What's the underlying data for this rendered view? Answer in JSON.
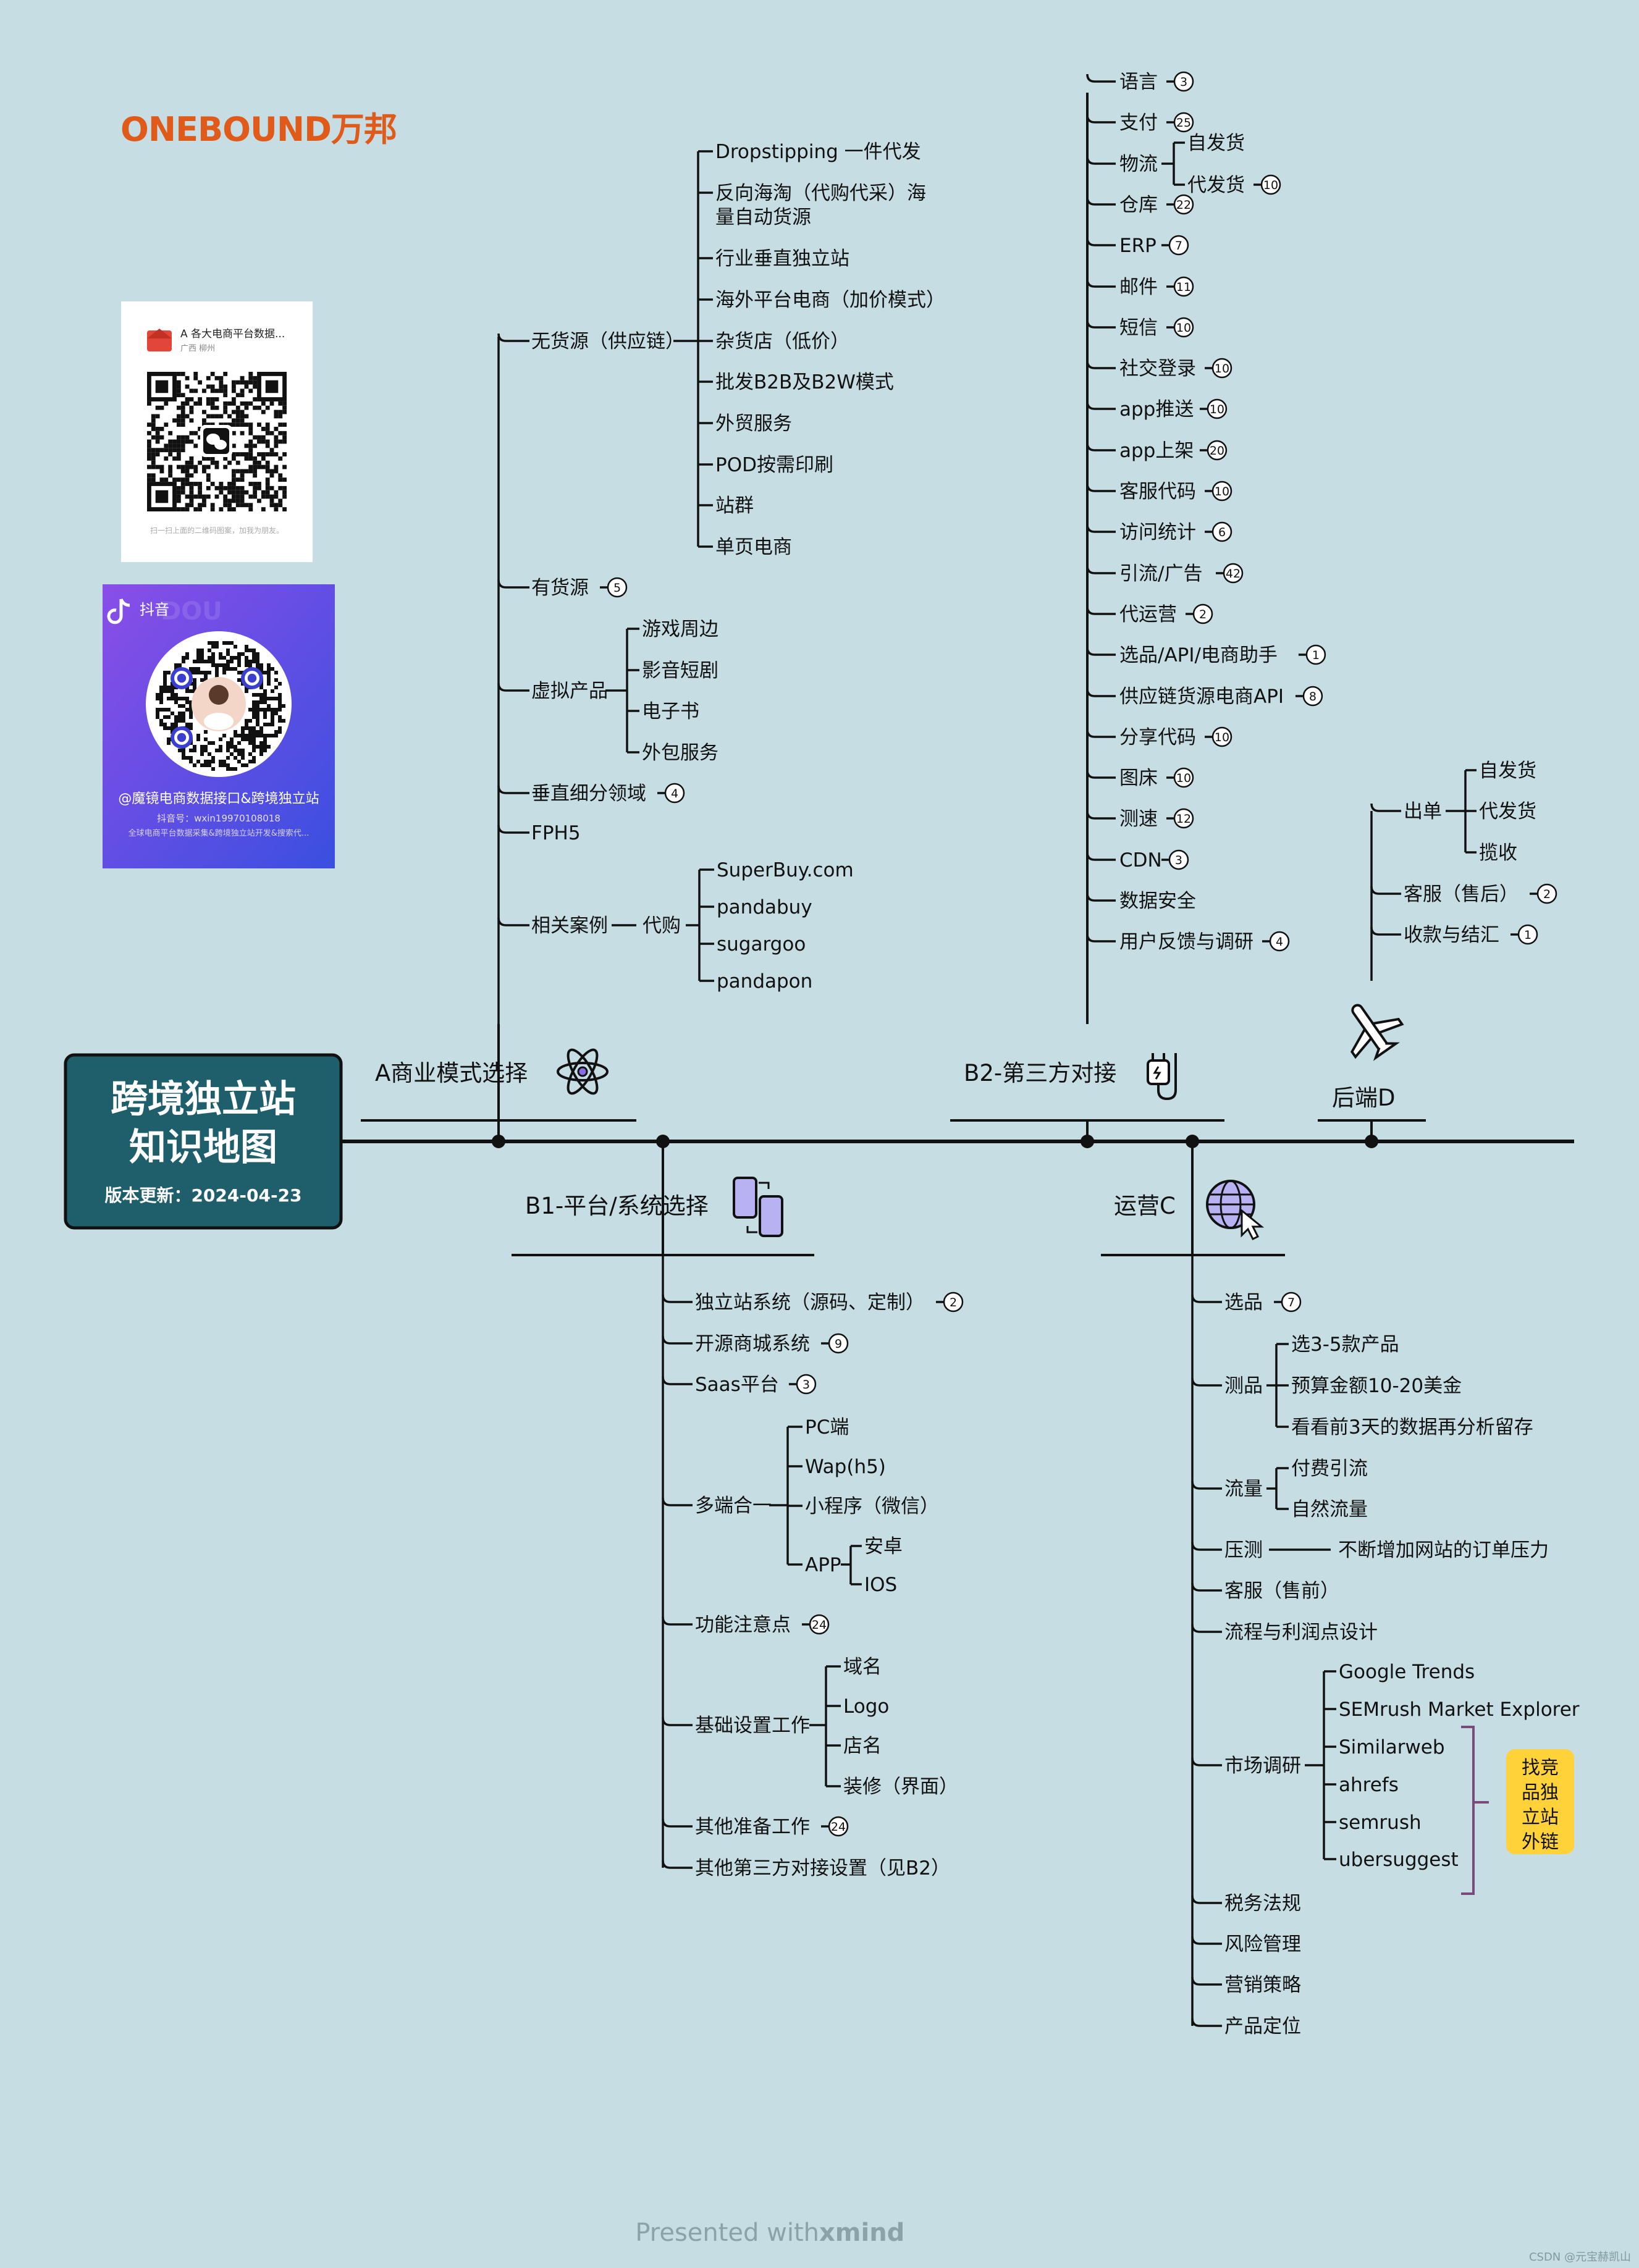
{
  "brand": {
    "logo_text": "ONEBOUND万邦"
  },
  "title": {
    "line1": "跨境独立站",
    "line2": "知识地图",
    "version": "版本更新：2024-04-23"
  },
  "colors": {
    "background": "#c6dde3",
    "title_box": "#1f5f6b",
    "brand_orange": "#e05a1a",
    "highlight": "#ffd23a",
    "bracket": "#7a4a78"
  },
  "qr_wechat": {
    "title": "A 各大电商平台数据...",
    "subtitle": "广西 柳州",
    "footer": "扫一扫上面的二维码图案，加我为朋友。"
  },
  "qr_douyin": {
    "app": "抖音",
    "name": "@魔镜电商数据接口&跨境独立站",
    "id": "抖音号：wxin19970108018",
    "desc": "全球电商平台数据采集&跨境独立站开发&搜索代..."
  },
  "branches": {
    "A": {
      "label": "A商业模式选择",
      "icon": "atom-icon",
      "children": [
        {
          "label": "无货源（供应链）",
          "children": [
            {
              "label": "Dropstipping 一件代发"
            },
            {
              "label": "反向海淘（代购代采）海",
              "label2": "量自动货源"
            },
            {
              "label": "行业垂直独立站"
            },
            {
              "label": "海外平台电商（加价模式）"
            },
            {
              "label": "杂货店（低价）"
            },
            {
              "label": "批发B2B及B2W模式"
            },
            {
              "label": "外贸服务"
            },
            {
              "label": "POD按需印刷"
            },
            {
              "label": "站群"
            },
            {
              "label": "单页电商"
            }
          ]
        },
        {
          "label": "有货源",
          "badge": "5"
        },
        {
          "label": "虚拟产品",
          "children": [
            {
              "label": "游戏周边"
            },
            {
              "label": "影音短剧"
            },
            {
              "label": "电子书"
            },
            {
              "label": "外包服务"
            }
          ]
        },
        {
          "label": "垂直细分领域",
          "badge": "4"
        },
        {
          "label": "FPH5"
        },
        {
          "label": "相关案例",
          "sub": "代购",
          "children": [
            {
              "label": "SuperBuy.com"
            },
            {
              "label": "pandabuy"
            },
            {
              "label": "sugargoo"
            },
            {
              "label": "pandapon"
            }
          ]
        }
      ]
    },
    "B2": {
      "label": "B2-第三方对接",
      "icon": "plug-icon",
      "children": [
        {
          "label": "语言",
          "badge": "3"
        },
        {
          "label": "支付",
          "badge": "25"
        },
        {
          "label": "物流",
          "children": [
            {
              "label": "自发货"
            },
            {
              "label": "代发货",
              "badge": "10"
            }
          ]
        },
        {
          "label": "仓库",
          "badge": "22"
        },
        {
          "label": "ERP",
          "badge": "7"
        },
        {
          "label": "邮件",
          "badge": "11"
        },
        {
          "label": "短信",
          "badge": "10"
        },
        {
          "label": "社交登录",
          "badge": "10"
        },
        {
          "label": "app推送",
          "badge": "10"
        },
        {
          "label": "app上架",
          "badge": "20"
        },
        {
          "label": "客服代码",
          "badge": "10"
        },
        {
          "label": "访问统计",
          "badge": "6"
        },
        {
          "label": "引流/广告",
          "badge": "42"
        },
        {
          "label": "代运营",
          "badge": "2"
        },
        {
          "label": "选品/API/电商助手",
          "badge": "1"
        },
        {
          "label": "供应链货源电商API",
          "badge": "8"
        },
        {
          "label": "分享代码",
          "badge": "10"
        },
        {
          "label": "图床",
          "badge": "10"
        },
        {
          "label": "测速",
          "badge": "12"
        },
        {
          "label": "CDN",
          "badge": "3"
        },
        {
          "label": "数据安全"
        },
        {
          "label": "用户反馈与调研",
          "badge": "4"
        }
      ]
    },
    "D": {
      "label": "后端D",
      "icon": "airplane-icon",
      "children": [
        {
          "label": "出单",
          "children": [
            {
              "label": "自发货"
            },
            {
              "label": "代发货"
            },
            {
              "label": "揽收"
            }
          ]
        },
        {
          "label": "客服（售后）",
          "badge": "2"
        },
        {
          "label": "收款与结汇",
          "badge": "1"
        }
      ]
    },
    "B1": {
      "label": "B1-平台/系统选择",
      "icon": "phones-sync-icon",
      "children": [
        {
          "label": "独立站系统（源码、定制）",
          "badge": "2"
        },
        {
          "label": "开源商城系统",
          "badge": "9"
        },
        {
          "label": "Saas平台",
          "badge": "3"
        },
        {
          "label": "多端合一",
          "children": [
            {
              "label": "PC端"
            },
            {
              "label": "Wap(h5)"
            },
            {
              "label": "小程序（微信）"
            },
            {
              "label": "APP",
              "children": [
                {
                  "label": "安卓"
                },
                {
                  "label": "IOS"
                }
              ]
            }
          ]
        },
        {
          "label": "功能注意点",
          "badge": "24"
        },
        {
          "label": "基础设置工作",
          "children": [
            {
              "label": "域名"
            },
            {
              "label": "Logo"
            },
            {
              "label": "店名"
            },
            {
              "label": "装修（界面）"
            }
          ]
        },
        {
          "label": "其他准备工作",
          "badge": "24"
        },
        {
          "label": "其他第三方对接设置（见B2）"
        }
      ]
    },
    "C": {
      "label": "运营C",
      "icon": "globe-cursor-icon",
      "children": [
        {
          "label": "选品",
          "badge": "7"
        },
        {
          "label": "测品",
          "children": [
            {
              "label": "选3-5款产品"
            },
            {
              "label": "预算金额10-20美金"
            },
            {
              "label": "看看前3天的数据再分析留存"
            }
          ]
        },
        {
          "label": "流量",
          "children": [
            {
              "label": "付费引流"
            },
            {
              "label": "自然流量"
            }
          ]
        },
        {
          "label": "压测",
          "children": [
            {
              "label": "不断增加网站的订单压力"
            }
          ]
        },
        {
          "label": "客服（售前）"
        },
        {
          "label": "流程与利润点设计"
        },
        {
          "label": "市场调研",
          "children": [
            {
              "label": "Google Trends"
            },
            {
              "label": "SEMrush Market Explorer"
            },
            {
              "label": "Similarweb"
            },
            {
              "label": "ahrefs"
            },
            {
              "label": "semrush"
            },
            {
              "label": "ubersuggest"
            }
          ],
          "callout": [
            "找竞",
            "品独",
            "立站",
            "外链"
          ]
        },
        {
          "label": "税务法规"
        },
        {
          "label": "风险管理"
        },
        {
          "label": "营销策略"
        },
        {
          "label": "产品定位"
        }
      ]
    }
  },
  "footer": {
    "presented": "Presented with ",
    "brand": "xmind",
    "watermark": "CSDN @元宝赫凯山"
  }
}
